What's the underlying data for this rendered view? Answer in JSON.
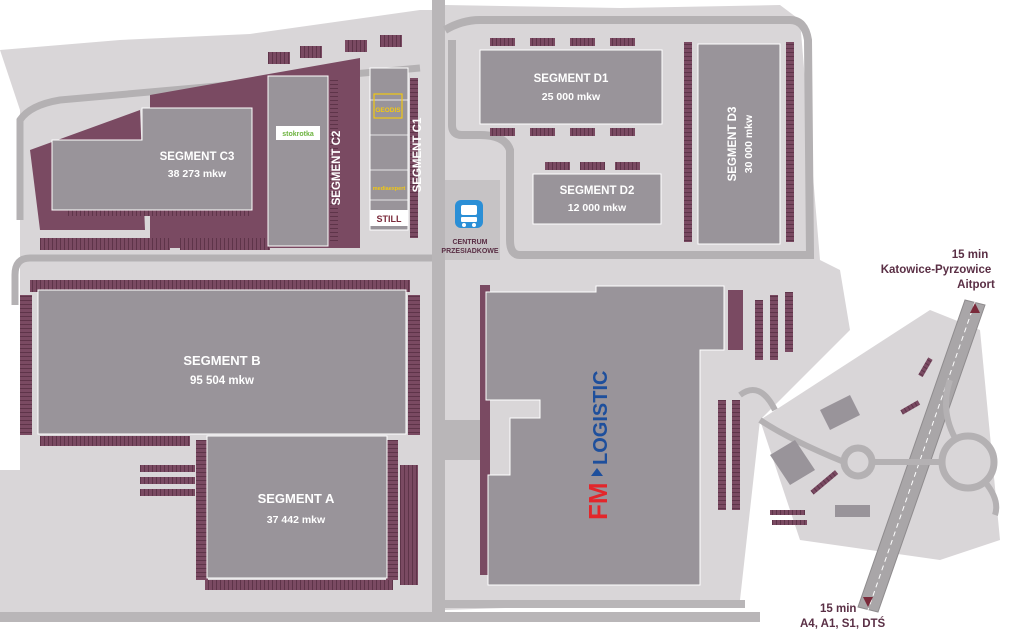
{
  "segments": {
    "a": {
      "name": "SEGMENT A",
      "area": "37 442 mkw"
    },
    "b": {
      "name": "SEGMENT B",
      "area": "95 504 mkw"
    },
    "c1": {
      "name": "SEGMENT C1"
    },
    "c2": {
      "name": "SEGMENT C2"
    },
    "c3": {
      "name": "SEGMENT C3",
      "area": "38 273 mkw"
    },
    "d1": {
      "name": "SEGMENT D1",
      "area": "25 000 mkw"
    },
    "d2": {
      "name": "SEGMENT D2",
      "area": "12 000 mkw"
    },
    "d3": {
      "name": "SEGMENT D3",
      "area": "30 000 mkw"
    }
  },
  "tenants": {
    "stokrotka": "stokrotka",
    "still": "STILL",
    "geodis": "GEODIS",
    "mediaexpert": "mediaexpert",
    "fm_prefix": "FM",
    "fm_suffix": "LOGISTIC"
  },
  "transit": {
    "label_line1": "CENTRUM",
    "label_line2": "PRZESIADKOWE",
    "icon": "bus-icon"
  },
  "directions": {
    "airport": {
      "time": "15 min",
      "line1": "Katowice-Pyrzowice",
      "line2": "Aitport"
    },
    "highways": {
      "time": "15 min",
      "line1": "A4, A1, S1, DTŚ"
    }
  },
  "colors": {
    "building": "#99949a",
    "parking": "#7a4a62",
    "ground": "#d9d6d8",
    "road": "#b9b6b8",
    "label_text": "#5a2f45",
    "fm_red": "#e3262b",
    "fm_blue": "#1e4f9c",
    "stokrotka_green": "#6db33f",
    "geodis_yellow": "#f2c811",
    "transit_blue": "#2b8fd6"
  }
}
